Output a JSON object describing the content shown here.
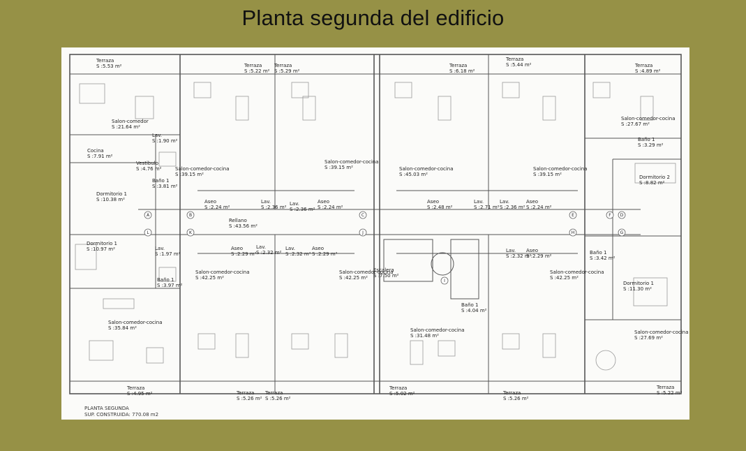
{
  "slide": {
    "title": "Planta segunda del edificio"
  },
  "plan": {
    "footer": [
      "PLANTA SEGUNDA",
      "SUP. CONSTRUIDA: 770.08 m2"
    ],
    "grid_labels": [
      "A",
      "B",
      "C",
      "D",
      "E",
      "F",
      "G",
      "H",
      "I",
      "J",
      "K",
      "L"
    ],
    "rooms": [
      {
        "name": "Terraza",
        "area": "S :5.53 m²"
      },
      {
        "name": "Terraza",
        "area": "S :5.22 m²"
      },
      {
        "name": "Terraza",
        "area": "S :5.29 m²"
      },
      {
        "name": "Terraza",
        "area": "S :6.18 m²"
      },
      {
        "name": "Terraza",
        "area": "S :5.44 m²"
      },
      {
        "name": "Terraza",
        "area": "S :4.89 m²"
      },
      {
        "name": "Salon-comedor",
        "area": "S :21.64 m²"
      },
      {
        "name": "Salon-comedor-cocina",
        "area": "S :27.67 m²"
      },
      {
        "name": "Cocina",
        "area": "S :7.91 m²"
      },
      {
        "name": "Lav.",
        "area": "S :1.90 m²"
      },
      {
        "name": "Vestibulo",
        "area": "S :4.76 m²"
      },
      {
        "name": "Baño 1",
        "area": "S :3.81 m²"
      },
      {
        "name": "Salon-comedor-cocina",
        "area": "S :39.15 m²"
      },
      {
        "name": "Salon-comedor-cocina",
        "area": "S :39.15 m²"
      },
      {
        "name": "Salon-comedor-cocina",
        "area": "S :45.03 m²"
      },
      {
        "name": "Salon-comedor-cocina",
        "area": "S :39.15 m²"
      },
      {
        "name": "Baño 1",
        "area": "S :3.29 m²"
      },
      {
        "name": "Dormitorio 1",
        "area": "S :10.38 m²"
      },
      {
        "name": "Dormitorio 2",
        "area": "S :8.82 m²"
      },
      {
        "name": "Aseo",
        "area": "S :2.24 m²"
      },
      {
        "name": "Lav.",
        "area": "S :2.36 m²"
      },
      {
        "name": "Lav.",
        "area": "S :2.36 m²"
      },
      {
        "name": "Aseo",
        "area": "S :2.24 m²"
      },
      {
        "name": "Aseo",
        "area": "S :2.48 m²"
      },
      {
        "name": "Lav.",
        "area": "S :2.71 m²"
      },
      {
        "name": "Lav.",
        "area": "S :2.36 m²"
      },
      {
        "name": "Aseo",
        "area": "S :2.24 m²"
      },
      {
        "name": "Rellano",
        "area": "S :43.56 m²"
      },
      {
        "name": "Dormitorio 1",
        "area": "S :10.97 m²"
      },
      {
        "name": "Lav.",
        "area": "S :1.97 m²"
      },
      {
        "name": "Aseo",
        "area": "S :2.29 m²"
      },
      {
        "name": "Lav.",
        "area": "S :2.32 m²"
      },
      {
        "name": "Lav.",
        "area": "S :2.32 m²"
      },
      {
        "name": "Aseo",
        "area": "S :2.29 m²"
      },
      {
        "name": "Lav.",
        "area": "S :2.32 m²"
      },
      {
        "name": "Aseo",
        "area": "S :2.29 m²"
      },
      {
        "name": "Baño 1",
        "area": "S :3.42 m²"
      },
      {
        "name": "Escalera",
        "area": "S :7.50 m²"
      },
      {
        "name": "Salon-comedor-cocina",
        "area": "S :42.25 m²"
      },
      {
        "name": "Salon-comedor-cocina",
        "area": "S :42.25 m²"
      },
      {
        "name": "Salon-comedor-cocina",
        "area": "S :42.25 m²"
      },
      {
        "name": "Baño 1",
        "area": "S :3.97 m²"
      },
      {
        "name": "Dormitorio 1",
        "area": "S :11.30 m²"
      },
      {
        "name": "Baño 1",
        "area": "S :4.04 m²"
      },
      {
        "name": "Salon-comedor-cocina",
        "area": "S :35.84 m²"
      },
      {
        "name": "Salon-comedor-cocina",
        "area": "S :31.48 m²"
      },
      {
        "name": "Salon-comedor-cocina",
        "area": "S :27.69 m²"
      },
      {
        "name": "Terraza",
        "area": "S :4.95 m²"
      },
      {
        "name": "Terraza",
        "area": "S :5.26 m²"
      },
      {
        "name": "Terraza",
        "area": "S :5.26 m²"
      },
      {
        "name": "Terraza",
        "area": "S :5.02 m²"
      },
      {
        "name": "Terraza",
        "area": "S :5.26 m²"
      },
      {
        "name": "Terraza",
        "area": "S :5.22 m²"
      }
    ]
  }
}
